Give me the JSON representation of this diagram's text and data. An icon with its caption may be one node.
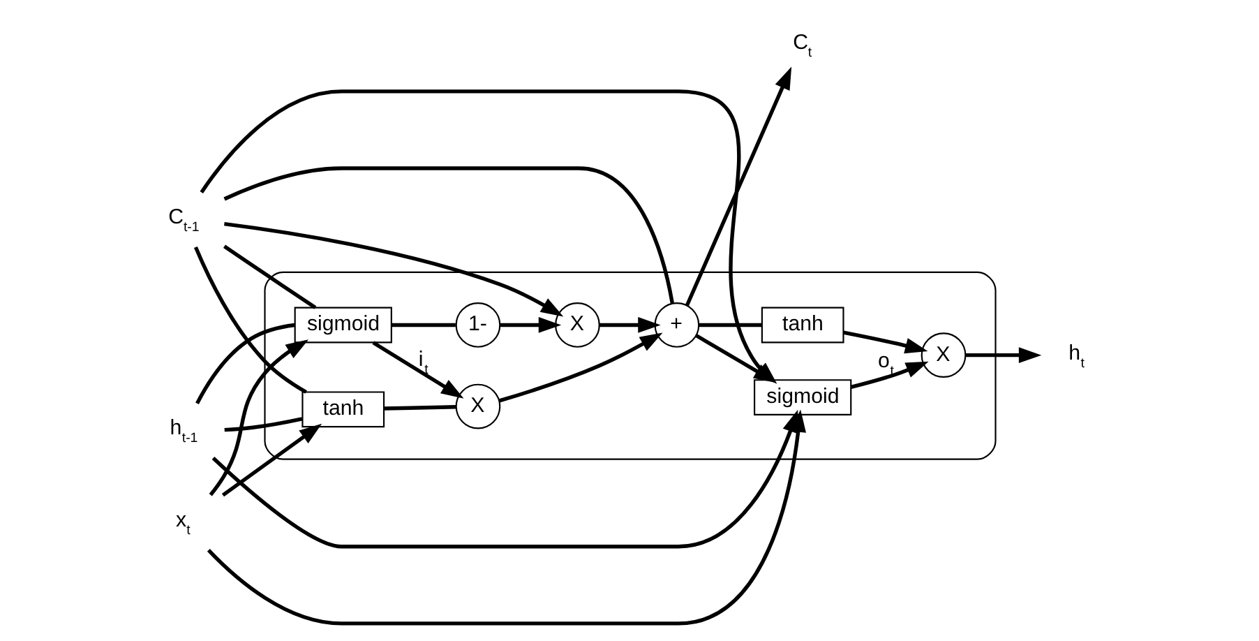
{
  "diagram": {
    "nodes": [
      {
        "text": [],
        "shape": "box"
      },
      {
        "text": [
          "C$_{t-1}$"
        ]
      },
      {
        "text": [
          "h$_{t-1}$"
        ]
      },
      {
        "text": [
          "x$_{t}$"
        ]
      },
      {
        "text": [
          "+"
        ],
        "in": 0
      },
      {
        "text": [
          "X"
        ],
        "in": 0
      },
      {
        "text": [
          "1-"
        ],
        "in": 0
      },
      {
        "text": [
          "sigmoid"
        ],
        "in": 0
      },
      {
        "text": [
          "X"
        ],
        "in": 0
      },
      {
        "text": [
          "tanh"
        ],
        "in": 0
      },
      {
        "text": [
          "sigmoid"
        ],
        "in": 0
      },
      {
        "text": [
          "tanh"
        ],
        "in": 0
      },
      {
        "text": [
          "X"
        ],
        "in": 0
      },
      {
        "text": [
          "C$_{t}$"
        ]
      },
      {
        "text": [
          "h$_{t}$"
        ]
      }
    ],
    "edges": [
      {
        "from": 1,
        "to": 4,
        "arrow": "none"
      },
      {
        "from": 1,
        "to": 5,
        "arrow": "to"
      },
      {
        "from": 1,
        "to": 7,
        "arrow": "none"
      },
      {
        "from": 1,
        "to": 9,
        "arrow": "none"
      },
      {
        "from": 1,
        "to": 10,
        "arrow": "to"
      },
      {
        "from": 2,
        "to": 7,
        "arrow": "none"
      },
      {
        "from": 2,
        "to": 9,
        "arrow": "none"
      },
      {
        "from": 2,
        "to": 10,
        "arrow": "to"
      },
      {
        "from": 3,
        "to": 7,
        "arrow": "to"
      },
      {
        "from": 3,
        "to": 9,
        "arrow": "to"
      },
      {
        "from": 3,
        "to": 10,
        "arrow": "to"
      },
      {
        "from": 7,
        "to": 8,
        "arrow": "to",
        "label": "i$_{t}$"
      },
      {
        "from": 7,
        "to": 6,
        "arrow": "none"
      },
      {
        "from": 6,
        "to": 5,
        "arrow": "to"
      },
      {
        "from": 5,
        "to": 4,
        "arrow": "to"
      },
      {
        "from": 9,
        "to": 8,
        "arrow": "none"
      },
      {
        "from": 8,
        "to": 4,
        "arrow": "to"
      },
      {
        "from": 4,
        "to": 13,
        "arrow": "to"
      },
      {
        "from": 4,
        "to": 10,
        "arrow": "to"
      },
      {
        "from": 4,
        "to": 11,
        "arrow": "none"
      },
      {
        "from": 11,
        "to": 12,
        "arrow": "to"
      },
      {
        "from": 10,
        "to": 12,
        "arrow": "to",
        "label": "o$_{t}$"
      },
      {
        "from": 12,
        "to": 14,
        "arrow": "to"
      }
    ]
  }
}
